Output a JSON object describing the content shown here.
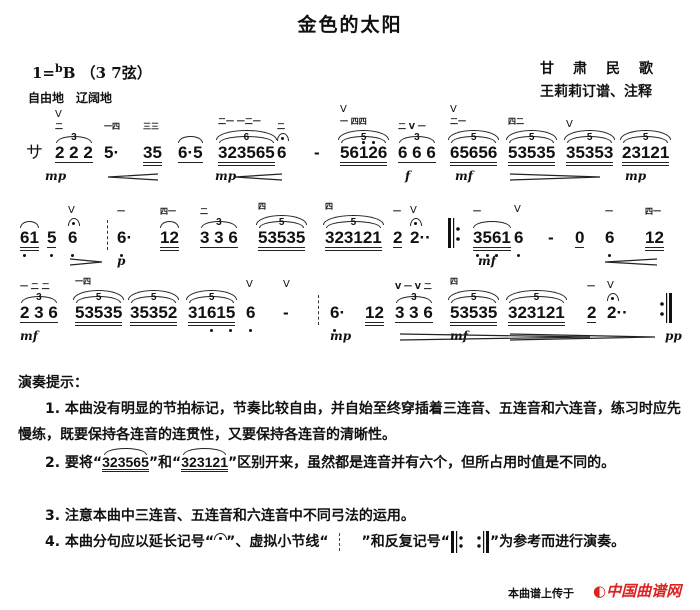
{
  "title": "金色的太阳",
  "key": {
    "prefix": "1=",
    "flat": "b",
    "note": "B",
    "strings": "（3  7弦）"
  },
  "origin": "甘肃民歌",
  "arranger": "王莉莉订谱、注释",
  "tempo": "自由地　辽阔地",
  "rows": [
    {
      "groups": [
        {
          "notes": "サ",
          "symbol": true
        },
        {
          "notes": "2 2 2",
          "ul": 1,
          "tuplet": "3",
          "fing": "二",
          "bow": "V"
        },
        {
          "notes": "5·",
          "ul": 0,
          "fing": "一四"
        },
        {
          "notes": "35",
          "ul": 2,
          "fing": "三三"
        },
        {
          "notes": "6·5",
          "ul": 1,
          "slur": true
        },
        {
          "notes": "323565",
          "ul": 2,
          "tuplet": "6",
          "fing": "二一 一二一"
        },
        {
          "notes": "6",
          "ul": 0,
          "fermata": true,
          "fing": "二"
        },
        {
          "notes": "-",
          "ul": 0
        },
        {
          "notes": "56126",
          "ul": 2,
          "tuplet": "5",
          "hd": [
            2,
            3
          ],
          "fing": "一 四四",
          "bow": "V"
        },
        {
          "notes": "6 6 6",
          "ul": 1,
          "tuplet": "3",
          "fing": "二 V 一"
        },
        {
          "notes": "65656",
          "ul": 2,
          "tuplet": "5",
          "fing": "二一",
          "bow": "V"
        },
        {
          "notes": "53535",
          "ul": 2,
          "tuplet": "5",
          "fing": "四二"
        },
        {
          "notes": "35353",
          "ul": 2,
          "tuplet": "5",
          "bow": "V"
        },
        {
          "notes": "23121",
          "ul": 2,
          "tuplet": "5"
        }
      ],
      "dynamics": [
        "mp",
        "mp",
        "f",
        "mf",
        "mp"
      ],
      "hairpins": [
        "cresc",
        "cresc",
        "decresc"
      ]
    },
    {
      "groups": [
        {
          "notes": "61",
          "ul": 2,
          "ld": [
            0
          ],
          "slur": true
        },
        {
          "notes": "5",
          "ul": 1,
          "ld": [
            0
          ]
        },
        {
          "notes": "6",
          "ul": 0,
          "ld": [
            0
          ],
          "fermata": true,
          "bow": "V"
        },
        {
          "notes": "6·",
          "ul": 0,
          "ld": [
            0
          ],
          "fing": "一"
        },
        {
          "notes": "12",
          "ul": 2,
          "slur": true,
          "fing": "四一"
        },
        {
          "notes": "3 3 6",
          "ul": 1,
          "tuplet": "3",
          "fing": "二"
        },
        {
          "notes": "53535",
          "ul": 2,
          "tuplet": "5",
          "fing": "四"
        },
        {
          "notes": "323121",
          "ul": 2,
          "tuplet": "5",
          "fing": "四"
        },
        {
          "notes": "2",
          "ul": 1,
          "fing": "一"
        },
        {
          "notes": "2··",
          "ul": 0,
          "fermata": true,
          "bow": "V"
        },
        {
          "notes": "3561",
          "ul": 2,
          "ld": [
            0,
            1,
            2
          ],
          "slur": true,
          "fing": "一"
        },
        {
          "notes": "6",
          "ul": 0,
          "ld": [
            0
          ],
          "bow": "V"
        },
        {
          "notes": "-",
          "ul": 0
        },
        {
          "notes": "0",
          "ul": 1
        },
        {
          "notes": "6",
          "ul": 0,
          "ld": [
            0
          ],
          "fing": "一"
        },
        {
          "notes": "12",
          "ul": 2,
          "fing": "四一"
        }
      ],
      "dynamics": [
        "p",
        "mf"
      ],
      "hairpins": [
        "decresc",
        "cresc"
      ]
    },
    {
      "groups": [
        {
          "notes": "2 3 6",
          "ul": 1,
          "tuplet": "3",
          "fing": "一 二 二"
        },
        {
          "notes": "53535",
          "ul": 2,
          "tuplet": "5",
          "fing": "一四"
        },
        {
          "notes": "35352",
          "ul": 2,
          "tuplet": "5"
        },
        {
          "notes": "31615",
          "ul": 2,
          "tuplet": "5",
          "ld": [
            2,
            4
          ]
        },
        {
          "notes": "6",
          "ul": 0,
          "ld": [
            0
          ],
          "bow": "V"
        },
        {
          "notes": "-",
          "ul": 0,
          "bow": "V"
        },
        {
          "notes": "6·",
          "ul": 0,
          "ld": [
            0
          ]
        },
        {
          "notes": "12",
          "ul": 2
        },
        {
          "notes": "3 3 6",
          "ul": 1,
          "tuplet": "3",
          "fing": "V 一 V 二"
        },
        {
          "notes": "53535",
          "ul": 2,
          "tuplet": "5",
          "fing": "四"
        },
        {
          "notes": "323121",
          "ul": 2,
          "tuplet": "5"
        },
        {
          "notes": "2",
          "ul": 1,
          "fing": "一"
        },
        {
          "notes": "2··",
          "ul": 0,
          "fermata": true,
          "bow": "V"
        }
      ],
      "dynamics": [
        "mf",
        "mp",
        "mf",
        "pp"
      ],
      "hairpins": [
        "decresc",
        "decresc"
      ]
    }
  ],
  "tips": {
    "title": "演奏提示：",
    "t1": "1. 本曲没有明显的节拍标记，节奏比较自由，并自始至终穿插着三连音、五连音和六连音，练习时应先慢练，既要保持各连音的连贯性，又要保持各连音的清晰性。",
    "t2a": "2. 要将“",
    "t2n1": "323565",
    "t2b": "”和“",
    "t2n2": "323121",
    "t2c": "”区别开来，虽然都是连音并有六个，但所占用时值是不同的。",
    "t3": "3. 注意本曲中三连音、五连音和六连音中不同弓法的运用。",
    "t4a": "4. 本曲分句应以延长记号“",
    "t4b": "”、虚拟小节线“",
    "t4c": "”和反复记号“",
    "t4d": "”为参考而进行演奏。"
  },
  "footer": "本曲谱上传于",
  "logo": "中国曲谱网",
  "colors": {
    "logo": "#dd2222",
    "ink": "#111111"
  }
}
